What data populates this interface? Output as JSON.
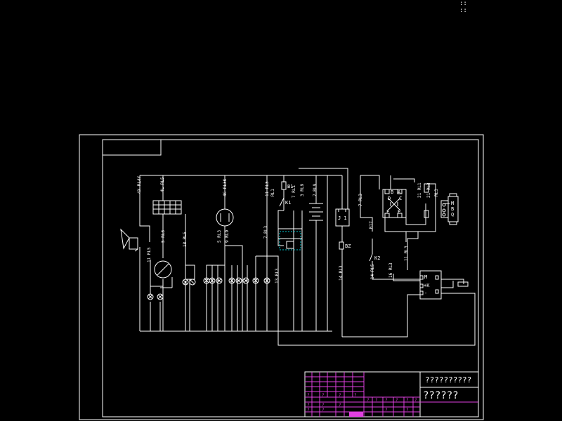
{
  "corner_mark": "::\n::",
  "title_block": {
    "name": "??????????",
    "number": "??????",
    "cells": [
      "?",
      "?",
      "?",
      "?",
      "?",
      "?",
      "?",
      "?",
      "?",
      "?",
      "?",
      "?",
      "?",
      "?",
      "?",
      "?",
      "?"
    ]
  },
  "components": {
    "b1": "B1",
    "k1": "K1",
    "j1": "J 1",
    "bz": "BZ",
    "k2": "K2",
    "relay_b": "B",
    "relay_a": "A",
    "relay_d": "D",
    "relay_c": "C",
    "relay_f": "F",
    "relay_e": "E",
    "ctrl_m": "M",
    "ctrl_k": "+K",
    "ctrl_minus": "-",
    "conn_m": "M",
    "conn_b": "B",
    "conn_q": "Q"
  },
  "wire_labels": [
    "4X RL4Y",
    "4L RL5",
    "4C RL3K",
    "11 RL3",
    "RL1",
    "7 RL1",
    "3 RL9",
    "7 RL9",
    "7 RL3",
    "R17",
    "21 RL1",
    "21 RL3",
    "RL3",
    "11 RL5",
    "5 RL3",
    "18 RL5",
    "5 RL3",
    "9 RL9",
    "7 RL3",
    "13 RL3",
    "14 RL3",
    "14 RL5",
    "16 RL3",
    "11 RL3"
  ]
}
